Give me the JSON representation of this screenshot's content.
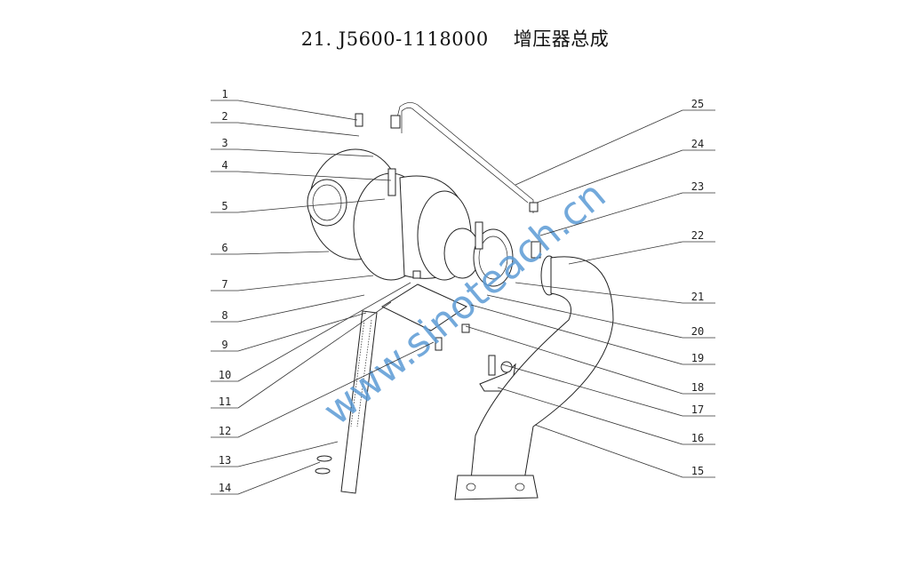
{
  "title": {
    "code": "21. J5600-1118000",
    "name": "增压器总成"
  },
  "watermark": "www.sinoteach.cn",
  "callouts_left": [
    "1",
    "2",
    "3",
    "4",
    "5",
    "6",
    "7",
    "8",
    "9",
    "10",
    "11",
    "12",
    "13",
    "14"
  ],
  "callouts_right": [
    "25",
    "24",
    "23",
    "22",
    "21",
    "20",
    "19",
    "18",
    "17",
    "16",
    "15"
  ]
}
